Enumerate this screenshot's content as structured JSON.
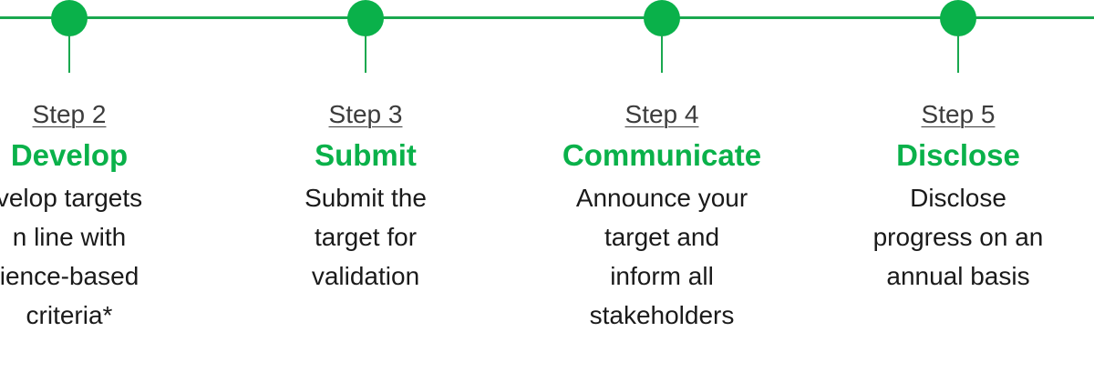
{
  "steps": [
    {
      "label": "Step 2",
      "title": "Develop",
      "description": "velop targets\nn line with\nience-based\ncriteria*"
    },
    {
      "label": "Step 3",
      "title": "Submit",
      "description": "Submit the\ntarget for\nvalidation"
    },
    {
      "label": "Step 4",
      "title": "Communicate",
      "description": "Announce your\ntarget and\ninform all\nstakeholders"
    },
    {
      "label": "Step 5",
      "title": "Disclose",
      "description": "Disclose\nprogress on an\nannual basis"
    }
  ],
  "colors": {
    "accent": "#0ab14a",
    "line": "#1aa84f",
    "label": "#3c3c3c",
    "text": "#1a1a1a"
  }
}
